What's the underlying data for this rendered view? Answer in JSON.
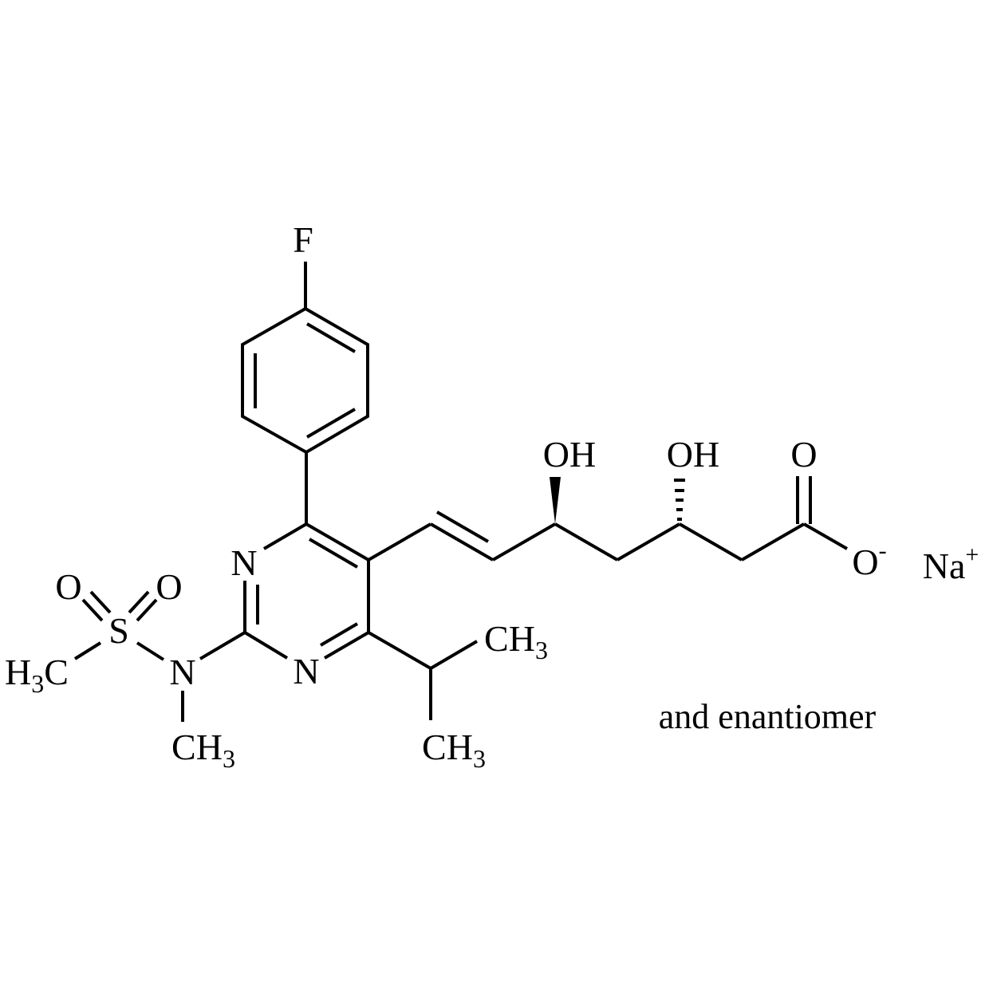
{
  "title": "Rosuvastatin sodium salt (racemic)",
  "colors": {
    "ink": "#000000",
    "background": "#ffffff"
  },
  "labels": {
    "fluorine": "F",
    "pyrimidine_n_upper": "N",
    "pyrimidine_n_lower": "N",
    "sulfonyl_o_left": "O",
    "sulfonyl_o_right": "O",
    "sulfur": "S",
    "amine_n": "N",
    "methyl_s": {
      "h": "H",
      "sub": "3",
      "c": "C"
    },
    "methyl_n": {
      "c": "CH",
      "sub": "3"
    },
    "isopropyl_methyl_upper": {
      "c": "CH",
      "sub": "3"
    },
    "isopropyl_methyl_lower": {
      "c": "CH",
      "sub": "3"
    },
    "hydroxyl_1": "OH",
    "hydroxyl_2": "OH",
    "carbonyl_o": "O",
    "carboxylate_o": {
      "o": "O",
      "charge": "-"
    },
    "sodium": {
      "na": "Na",
      "charge": "+"
    }
  },
  "note": "and enantiomer"
}
